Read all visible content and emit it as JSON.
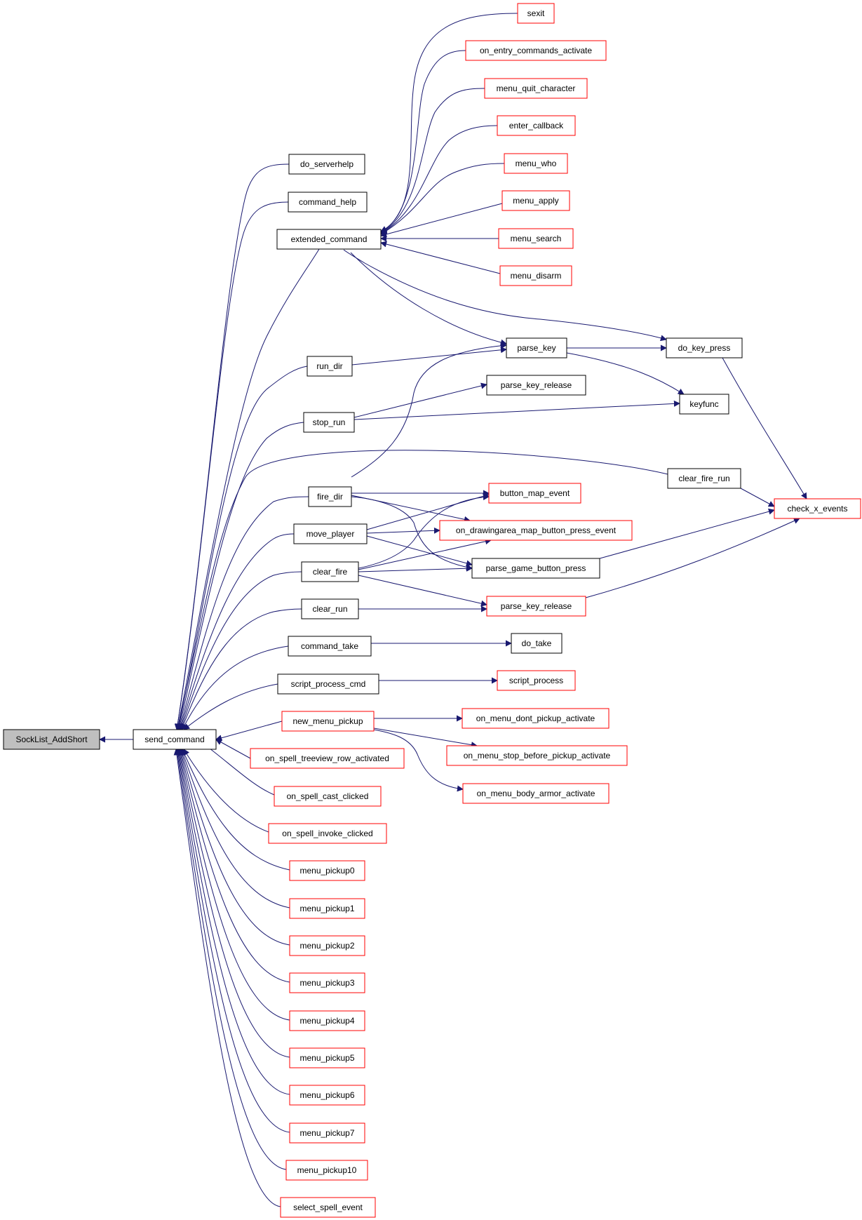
{
  "colors": {
    "edge": "#191970",
    "node_border_normal": "#000000",
    "node_border_truncated": "#ff0000",
    "node_fill_root": "#bfbfbf",
    "node_fill": "#ffffff",
    "text": "#000000"
  },
  "nodes": [
    {
      "id": "root",
      "label": "SockList_AddShort",
      "style": "root"
    },
    {
      "id": "send_command",
      "label": "send_command",
      "style": "normal"
    },
    {
      "id": "do_serverhelp",
      "label": "do_serverhelp",
      "style": "normal"
    },
    {
      "id": "command_help",
      "label": "command_help",
      "style": "normal"
    },
    {
      "id": "extended_command",
      "label": "extended_command",
      "style": "normal"
    },
    {
      "id": "run_dir",
      "label": "run_dir",
      "style": "normal"
    },
    {
      "id": "stop_run",
      "label": "stop_run",
      "style": "normal"
    },
    {
      "id": "fire_dir",
      "label": "fire_dir",
      "style": "normal"
    },
    {
      "id": "move_player",
      "label": "move_player",
      "style": "normal"
    },
    {
      "id": "clear_fire",
      "label": "clear_fire",
      "style": "normal"
    },
    {
      "id": "clear_run",
      "label": "clear_run",
      "style": "normal"
    },
    {
      "id": "command_take",
      "label": "command_take",
      "style": "normal"
    },
    {
      "id": "script_process_cmd",
      "label": "script_process_cmd",
      "style": "normal"
    },
    {
      "id": "new_menu_pickup",
      "label": "new_menu_pickup",
      "style": "truncated"
    },
    {
      "id": "on_spell_treeview_row_activated",
      "label": "on_spell_treeview_row_activated",
      "style": "truncated"
    },
    {
      "id": "on_spell_cast_clicked",
      "label": "on_spell_cast_clicked",
      "style": "truncated"
    },
    {
      "id": "on_spell_invoke_clicked",
      "label": "on_spell_invoke_clicked",
      "style": "truncated"
    },
    {
      "id": "menu_pickup0",
      "label": "menu_pickup0",
      "style": "truncated"
    },
    {
      "id": "menu_pickup1",
      "label": "menu_pickup1",
      "style": "truncated"
    },
    {
      "id": "menu_pickup2",
      "label": "menu_pickup2",
      "style": "truncated"
    },
    {
      "id": "menu_pickup3",
      "label": "menu_pickup3",
      "style": "truncated"
    },
    {
      "id": "menu_pickup4",
      "label": "menu_pickup4",
      "style": "truncated"
    },
    {
      "id": "menu_pickup5",
      "label": "menu_pickup5",
      "style": "truncated"
    },
    {
      "id": "menu_pickup6",
      "label": "menu_pickup6",
      "style": "truncated"
    },
    {
      "id": "menu_pickup7",
      "label": "menu_pickup7",
      "style": "truncated"
    },
    {
      "id": "menu_pickup10",
      "label": "menu_pickup10",
      "style": "truncated"
    },
    {
      "id": "select_spell_event",
      "label": "select_spell_event",
      "style": "truncated"
    },
    {
      "id": "sexit",
      "label": "sexit",
      "style": "truncated"
    },
    {
      "id": "on_entry_commands_activate",
      "label": "on_entry_commands_activate",
      "style": "truncated"
    },
    {
      "id": "menu_quit_character",
      "label": "menu_quit_character",
      "style": "truncated"
    },
    {
      "id": "enter_callback",
      "label": "enter_callback",
      "style": "truncated"
    },
    {
      "id": "menu_who",
      "label": "menu_who",
      "style": "truncated"
    },
    {
      "id": "menu_apply",
      "label": "menu_apply",
      "style": "truncated"
    },
    {
      "id": "menu_search",
      "label": "menu_search",
      "style": "truncated"
    },
    {
      "id": "menu_disarm",
      "label": "menu_disarm",
      "style": "truncated"
    },
    {
      "id": "parse_key",
      "label": "parse_key",
      "style": "normal"
    },
    {
      "id": "parse_key_release_a",
      "label": "parse_key_release",
      "style": "normal"
    },
    {
      "id": "button_map_event",
      "label": "button_map_event",
      "style": "truncated"
    },
    {
      "id": "on_drawingarea_map_button_press_event",
      "label": "on_drawingarea_map_button_press_event",
      "style": "truncated"
    },
    {
      "id": "parse_game_button_press",
      "label": "parse_game_button_press",
      "style": "normal"
    },
    {
      "id": "parse_key_release_b",
      "label": "parse_key_release",
      "style": "truncated"
    },
    {
      "id": "do_take",
      "label": "do_take",
      "style": "normal"
    },
    {
      "id": "script_process",
      "label": "script_process",
      "style": "truncated"
    },
    {
      "id": "on_menu_dont_pickup_activate",
      "label": "on_menu_dont_pickup_activate",
      "style": "truncated"
    },
    {
      "id": "on_menu_stop_before_pickup_activate",
      "label": "on_menu_stop_before_pickup_activate",
      "style": "truncated"
    },
    {
      "id": "on_menu_body_armor_activate",
      "label": "on_menu_body_armor_activate",
      "style": "truncated"
    },
    {
      "id": "do_key_press",
      "label": "do_key_press",
      "style": "normal"
    },
    {
      "id": "keyfunc",
      "label": "keyfunc",
      "style": "normal"
    },
    {
      "id": "clear_fire_run",
      "label": "clear_fire_run",
      "style": "normal"
    },
    {
      "id": "check_x_events",
      "label": "check_x_events",
      "style": "truncated"
    }
  ],
  "edges": [
    [
      "root",
      "send_command"
    ],
    [
      "send_command",
      "do_serverhelp"
    ],
    [
      "send_command",
      "command_help"
    ],
    [
      "send_command",
      "extended_command"
    ],
    [
      "send_command",
      "run_dir"
    ],
    [
      "send_command",
      "stop_run"
    ],
    [
      "send_command",
      "fire_dir"
    ],
    [
      "send_command",
      "move_player"
    ],
    [
      "send_command",
      "clear_fire"
    ],
    [
      "send_command",
      "clear_run"
    ],
    [
      "send_command",
      "command_take"
    ],
    [
      "send_command",
      "script_process_cmd"
    ],
    [
      "send_command",
      "new_menu_pickup"
    ],
    [
      "send_command",
      "on_spell_treeview_row_activated"
    ],
    [
      "send_command",
      "on_spell_cast_clicked"
    ],
    [
      "send_command",
      "on_spell_invoke_clicked"
    ],
    [
      "send_command",
      "menu_pickup0"
    ],
    [
      "send_command",
      "menu_pickup1"
    ],
    [
      "send_command",
      "menu_pickup2"
    ],
    [
      "send_command",
      "menu_pickup3"
    ],
    [
      "send_command",
      "menu_pickup4"
    ],
    [
      "send_command",
      "menu_pickup5"
    ],
    [
      "send_command",
      "menu_pickup6"
    ],
    [
      "send_command",
      "menu_pickup7"
    ],
    [
      "send_command",
      "menu_pickup10"
    ],
    [
      "send_command",
      "select_spell_event"
    ],
    [
      "send_command",
      "clear_fire_run"
    ],
    [
      "extended_command",
      "sexit"
    ],
    [
      "extended_command",
      "on_entry_commands_activate"
    ],
    [
      "extended_command",
      "menu_quit_character"
    ],
    [
      "extended_command",
      "enter_callback"
    ],
    [
      "extended_command",
      "menu_who"
    ],
    [
      "extended_command",
      "menu_apply"
    ],
    [
      "extended_command",
      "menu_search"
    ],
    [
      "extended_command",
      "menu_disarm"
    ],
    [
      "extended_command",
      "parse_key"
    ],
    [
      "extended_command",
      "do_key_press"
    ],
    [
      "run_dir",
      "parse_key"
    ],
    [
      "stop_run",
      "parse_key_release_a"
    ],
    [
      "stop_run",
      "keyfunc"
    ],
    [
      "fire_dir",
      "parse_key"
    ],
    [
      "fire_dir",
      "button_map_event"
    ],
    [
      "fire_dir",
      "on_drawingarea_map_button_press_event"
    ],
    [
      "fire_dir",
      "parse_game_button_press"
    ],
    [
      "move_player",
      "button_map_event"
    ],
    [
      "move_player",
      "on_drawingarea_map_button_press_event"
    ],
    [
      "move_player",
      "parse_game_button_press"
    ],
    [
      "clear_fire",
      "button_map_event"
    ],
    [
      "clear_fire",
      "on_drawingarea_map_button_press_event"
    ],
    [
      "clear_fire",
      "parse_game_button_press"
    ],
    [
      "clear_fire",
      "parse_key_release_b"
    ],
    [
      "clear_run",
      "parse_key_release_b"
    ],
    [
      "command_take",
      "do_take"
    ],
    [
      "script_process_cmd",
      "script_process"
    ],
    [
      "new_menu_pickup",
      "on_menu_dont_pickup_activate"
    ],
    [
      "new_menu_pickup",
      "on_menu_stop_before_pickup_activate"
    ],
    [
      "new_menu_pickup",
      "on_menu_body_armor_activate"
    ],
    [
      "parse_key",
      "do_key_press"
    ],
    [
      "parse_key",
      "keyfunc"
    ],
    [
      "do_key_press",
      "check_x_events"
    ],
    [
      "clear_fire_run",
      "check_x_events"
    ],
    [
      "parse_game_button_press",
      "check_x_events"
    ],
    [
      "parse_key_release_b",
      "check_x_events"
    ]
  ]
}
